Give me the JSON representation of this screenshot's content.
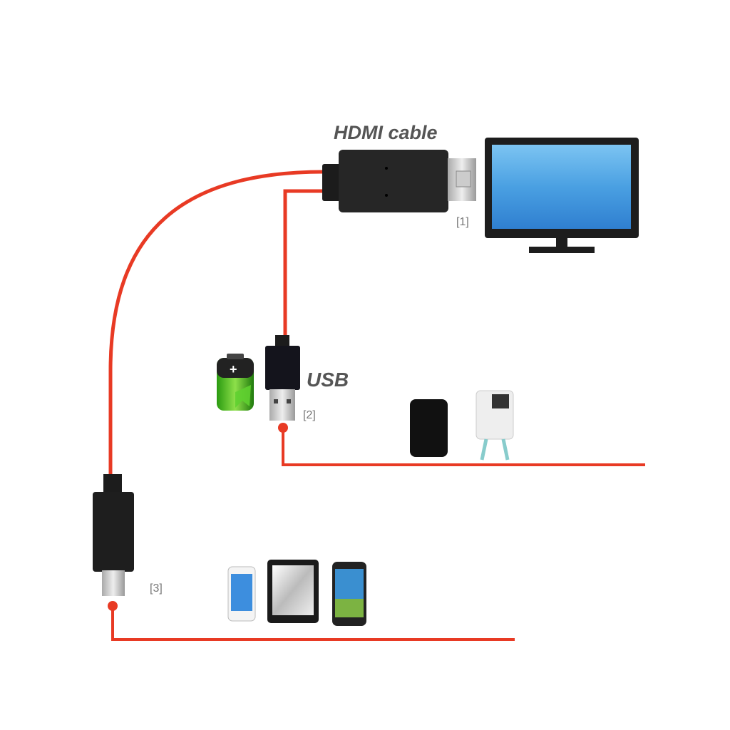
{
  "labels": {
    "hdmi": "HDMI cable",
    "usb": "USB",
    "port1": "[1]",
    "port2": "[2]",
    "port3": "[3]"
  },
  "colors": {
    "cable": "#e83a24",
    "connector": "#222222",
    "screen": "#4a9ee0",
    "label": "#555555"
  }
}
